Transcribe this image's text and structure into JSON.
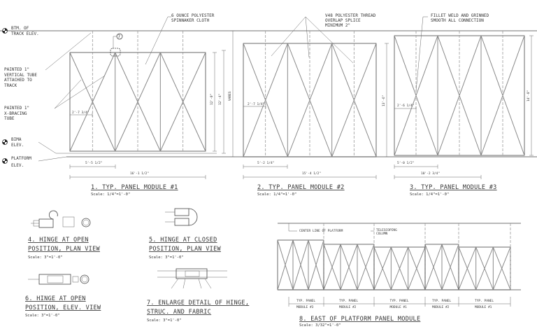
{
  "notes": {
    "fabric": [
      "6 OUNCE POLYESTER",
      "SPINNAKER CLOTH"
    ],
    "thread": [
      "V48 POLYESTER THREAD",
      "OVERLAP SPLICE",
      "MINIMUM 2\""
    ],
    "weld": [
      "FILLET WELD AND GRINNED",
      "SMOOTH ALL CONNECTION"
    ],
    "vertical_tube": [
      "PAINTED 1\"",
      "VERTICAL TUBE",
      "ATTACHED TO",
      "TRACK"
    ],
    "x_bracing": [
      "PAINTED 1\"",
      "X-BRACING",
      "TUBE"
    ],
    "callout": "7"
  },
  "elevations": {
    "track": [
      "BTM. OF",
      "TRACK ELEV."
    ],
    "bima": [
      "BIMA",
      "ELEV."
    ],
    "platform": [
      "PLATFORM",
      "ELEV."
    ]
  },
  "modules": [
    {
      "title": "1. TYP. PANEL MODULE #1",
      "scale": "Scale: 1/4\"=1'-0\"",
      "dim_offset": "2'-7 3/4\"",
      "dim_bay": "5'-5 1/2\"",
      "dim_total": "16'-1 1/2\"",
      "dim_h1": "12'-0\"",
      "dim_h2": "12'-4\"",
      "dim_h3": "VARES"
    },
    {
      "title": "2. TYP. PANEL MODULE #2",
      "scale": "Scale: 1/4\"=1'-0\"",
      "dim_offset": "2'-7 1/4\"",
      "dim_bay": "5'-2 1/4\"",
      "dim_total": "15'-4 1/2\"",
      "dim_h1": "13'-6\""
    },
    {
      "title": "3. TYP. PANEL MODULE #3",
      "scale": "Scale: 1/4\"=1'-0\"",
      "dim_offset": "2'-6 1/4\"",
      "dim_bay": "5'-0 1/2\"",
      "dim_total": "10'-2 3/4\"",
      "dim_h1": "14'-8\""
    }
  ],
  "details": [
    {
      "title": [
        "4. HINGE AT OPEN",
        "POSITION, PLAN VIEW"
      ],
      "scale": "Scale: 3\"=1'-0\""
    },
    {
      "title": [
        "5. HINGE AT CLOSED",
        "POSITION, PLAN VIEW"
      ],
      "scale": "Scale: 3\"=1'-0\""
    },
    {
      "title": [
        "6. HINGE AT OPEN",
        "POSITION, ELEV. VIEW"
      ],
      "scale": "Scale: 3\"=1'-0\""
    },
    {
      "title": [
        "7. ENLARGE DETAIL OF HINGE,",
        "STRUC. AND FABRIC"
      ],
      "scale": "Scale: 3\"=1'-0\""
    }
  ],
  "east": {
    "title": "8. EAST OF PLATFORM PANEL MODULE",
    "scale": "Scale: 3/32\"=1'-0\"",
    "center_line": "CENTER LINE OF PLATFORM",
    "column": [
      "TELESCOPING",
      "COLUMN"
    ],
    "panels": [
      {
        "line1": "TYP. PANEL",
        "line2": "MODULE #3"
      },
      {
        "line1": "TYP. PANEL",
        "line2": "MODULE #2"
      },
      {
        "line1": "TYP. PANEL",
        "line2": "MODULE #1"
      },
      {
        "line1": "TYP. PANEL",
        "line2": "MODULE #2"
      },
      {
        "line1": "TYP. PANEL",
        "line2": "MODULE #1"
      }
    ]
  }
}
